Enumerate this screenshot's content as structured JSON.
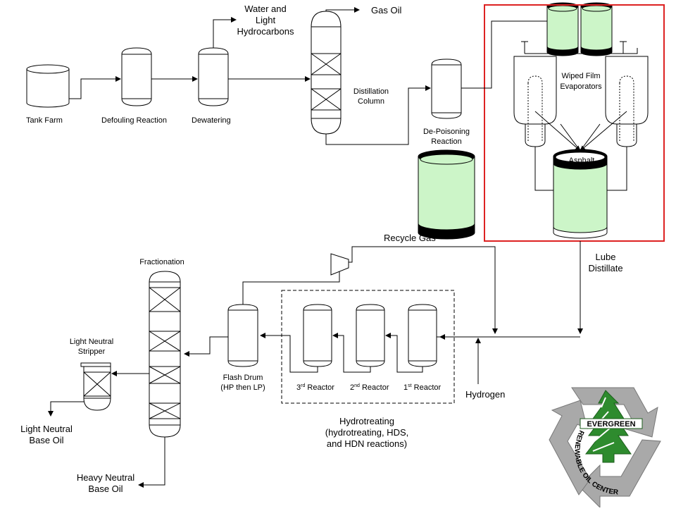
{
  "labels": {
    "tank_farm": "Tank Farm",
    "defouling": "Defouling Reaction",
    "dewatering": "Dewatering",
    "water_line1": "Water and",
    "water_line2": "Light",
    "water_line3": "Hydrocarbons",
    "gas_oil": "Gas Oil",
    "distillation_line1": "Distillation",
    "distillation_line2": "Column",
    "depoison_line1": "De-Poisoning",
    "depoison_line2": "Reaction",
    "wfe_line1": "Wiped Film",
    "wfe_line2": "Evaporators",
    "asphalt": "Asphalt",
    "recycle_gas": "Recycle Gas",
    "lube_line1": "Lube",
    "lube_line2": "Distillate",
    "fractionation": "Fractionation",
    "stripper_line1": "Light Neutral",
    "stripper_line2": "Stripper",
    "flash_line1": "Flash Drum",
    "flash_line2": "(HP then LP)",
    "reactor3_num": "3",
    "reactor3_sup": "rd",
    "reactor2_num": "2",
    "reactor2_sup": "nd",
    "reactor1_num": "1",
    "reactor1_sup": "st",
    "reactor_word": " Reactor",
    "hydrogen": "Hydrogen",
    "hydrotreating_line1": "Hydrotreating",
    "hydrotreating_line2": "(hydrotreating, HDS,",
    "hydrotreating_line3": "and HDN reactions)",
    "light_base_line1": "Light Neutral",
    "light_base_line2": "Base Oil",
    "heavy_base_line1": "Heavy Neutral",
    "heavy_base_line2": "Base Oil"
  },
  "logo": {
    "top": "EVERGREEN",
    "arc": "RENEWABLE OIL CENTER"
  },
  "colors": {
    "fluid": "#ccf5c8",
    "highlight_box": "#dd2222",
    "logo_green": "#2e8b2e",
    "logo_grey": "#a0a0a0"
  }
}
